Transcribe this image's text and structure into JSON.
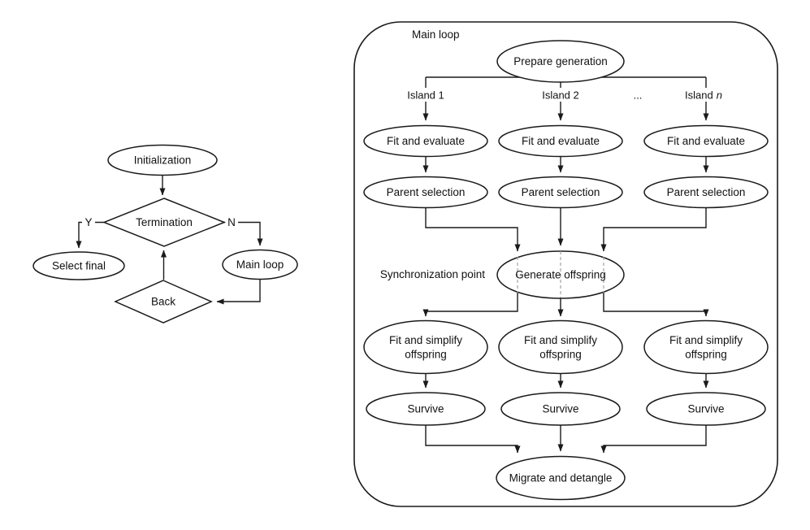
{
  "colors": {
    "line": "#1a1a1a",
    "text": "#111111",
    "dashed_line": "#a3a3a3",
    "background": "#ffffff"
  },
  "flowchart": {
    "initialization": "Initialization",
    "termination": "Termination",
    "branch_yes": "Y",
    "branch_no": "N",
    "select_final": "Select final",
    "main_loop": "Main loop",
    "back": "Back"
  },
  "panel": {
    "title": "Main loop",
    "prepare_generation": "Prepare generation",
    "island_1": "Island 1",
    "island_2": "Island 2",
    "ellipsis": "...",
    "island_n_prefix": "Island",
    "island_n_var": "n",
    "fit_and_evaluate": "Fit and evaluate",
    "parent_selection": "Parent selection",
    "synchronization_point": "Synchronization point",
    "generate_offspring": "Generate offspring",
    "fit_and_simplify": [
      "Fit and simplify",
      "offspring"
    ],
    "survive": "Survive",
    "migrate_and_detangle": "Migrate and detangle"
  }
}
